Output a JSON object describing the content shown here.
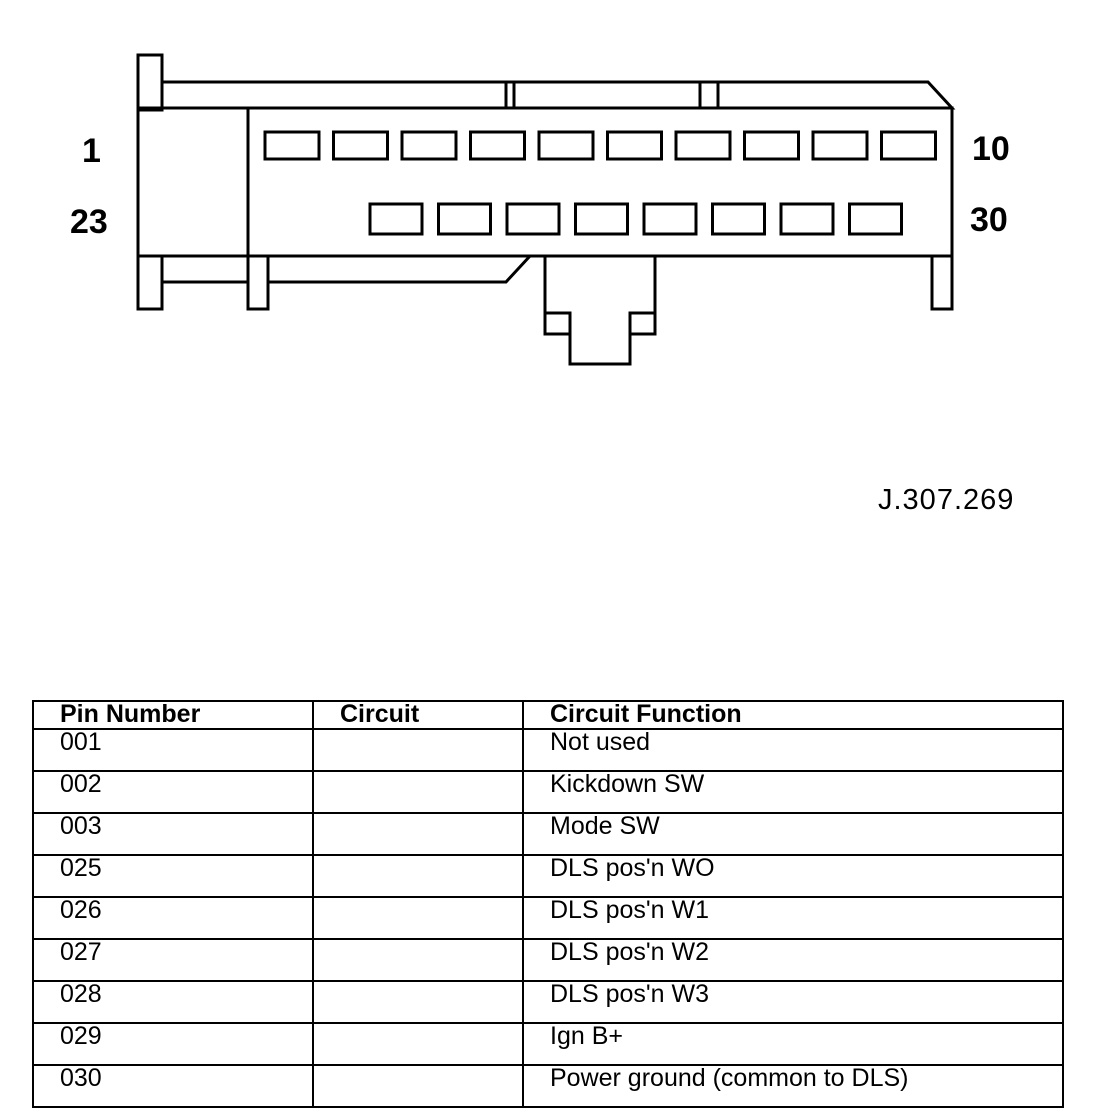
{
  "connector": {
    "pin_labels": {
      "top_left": "1",
      "top_right": "10",
      "bottom_left": "23",
      "bottom_right": "30"
    },
    "top_row_cavity_count": 10,
    "bottom_row_cavity_count": 8
  },
  "drawing_reference": "J.307.269",
  "table": {
    "headers": {
      "pin_number": "Pin Number",
      "circuit": "Circuit",
      "circuit_function": "Circuit Function"
    },
    "rows": [
      {
        "pin": "001",
        "circuit": "",
        "function": "Not used"
      },
      {
        "pin": "002",
        "circuit": "",
        "function": "Kickdown SW"
      },
      {
        "pin": "003",
        "circuit": "",
        "function": "Mode SW"
      },
      {
        "pin": "025",
        "circuit": "",
        "function": "DLS pos'n WO"
      },
      {
        "pin": "026",
        "circuit": "",
        "function": "DLS pos'n W1"
      },
      {
        "pin": "027",
        "circuit": "",
        "function": "DLS pos'n W2"
      },
      {
        "pin": "028",
        "circuit": "",
        "function": "DLS pos'n W3"
      },
      {
        "pin": "029",
        "circuit": "",
        "function": "Ign B+"
      },
      {
        "pin": "030",
        "circuit": "",
        "function": "Power ground (common to DLS)"
      }
    ]
  }
}
